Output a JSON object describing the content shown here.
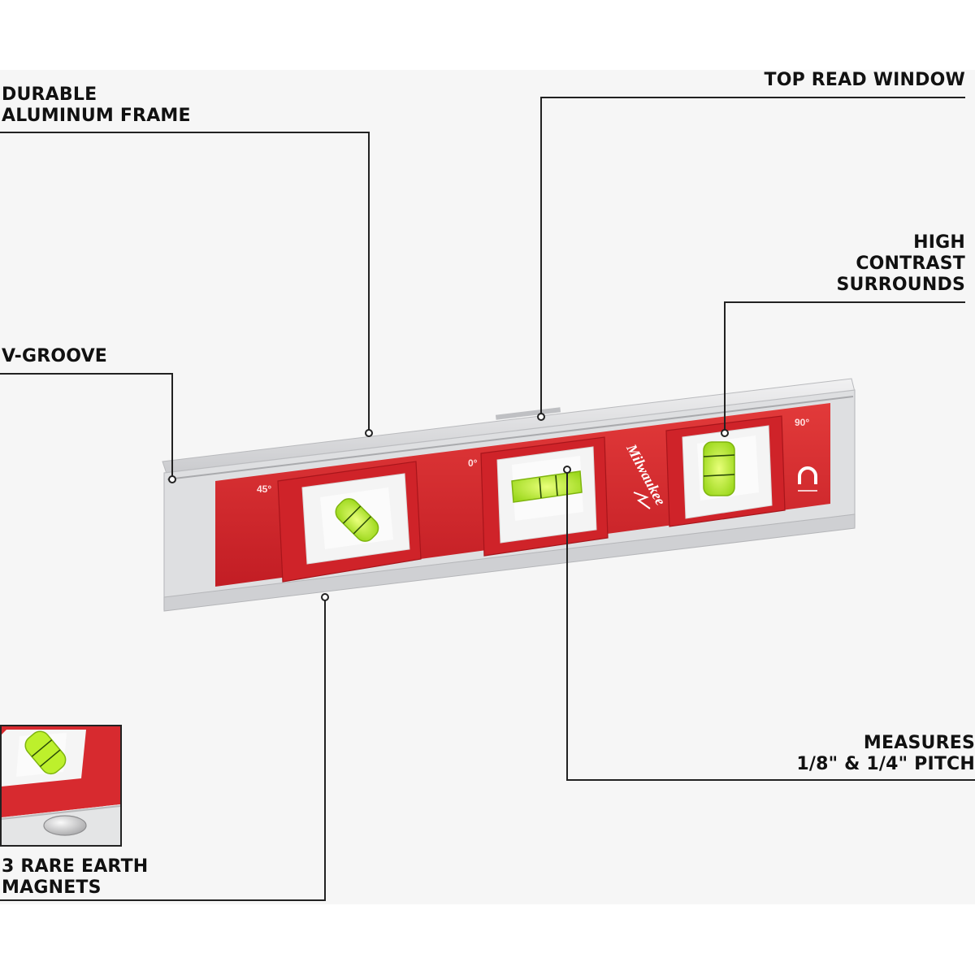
{
  "callouts": {
    "frame": [
      "DURABLE",
      "ALUMINUM FRAME"
    ],
    "window": [
      "TOP READ WINDOW"
    ],
    "surrounds": [
      "HIGH",
      "CONTRAST",
      "SURROUNDS"
    ],
    "groove": [
      "V-GROOVE"
    ],
    "pitch": [
      "MEASURES",
      "1/8\" & 1/4\" PITCH"
    ],
    "magnets": [
      "3 RARE EARTH",
      "MAGNETS"
    ]
  },
  "level": {
    "brand": "Milwaukee",
    "angle_left": "45°",
    "angle_center": "0°",
    "angle_right": "90°"
  },
  "colors": {
    "body_red": "#d9262c",
    "vial_green": "#b9ee2a",
    "frame_silver": "#d8d9db",
    "leader_line": "#222222"
  }
}
